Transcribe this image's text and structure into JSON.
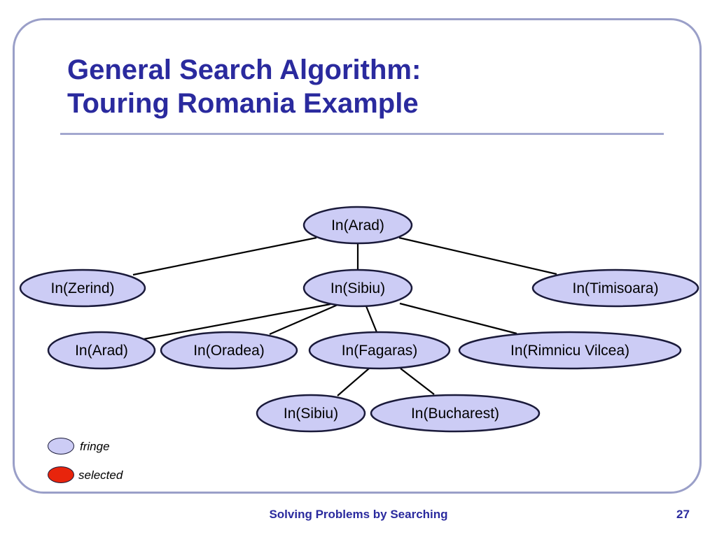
{
  "slide": {
    "title_line1": "General Search Algorithm:",
    "title_line2": "Touring Romania Example",
    "footer": "Solving Problems by Searching",
    "page_number": "27"
  },
  "tree": {
    "nodes": [
      {
        "id": "arad-root",
        "label": "In(Arad)",
        "state": "fringe"
      },
      {
        "id": "zerind",
        "label": "In(Zerind)",
        "state": "fringe"
      },
      {
        "id": "sibiu",
        "label": "In(Sibiu)",
        "state": "fringe"
      },
      {
        "id": "timisoara",
        "label": "In(Timisoara)",
        "state": "fringe"
      },
      {
        "id": "arad-2",
        "label": "In(Arad)",
        "state": "fringe"
      },
      {
        "id": "oradea",
        "label": "In(Oradea)",
        "state": "fringe"
      },
      {
        "id": "fagaras",
        "label": "In(Fagaras)",
        "state": "fringe"
      },
      {
        "id": "rimnicu",
        "label": "In(Rimnicu Vilcea)",
        "state": "fringe"
      },
      {
        "id": "sibiu-2",
        "label": "In(Sibiu)",
        "state": "fringe"
      },
      {
        "id": "bucharest",
        "label": "In(Bucharest)",
        "state": "fringe"
      }
    ],
    "edges": [
      [
        "arad-root",
        "zerind"
      ],
      [
        "arad-root",
        "sibiu"
      ],
      [
        "arad-root",
        "timisoara"
      ],
      [
        "sibiu",
        "arad-2"
      ],
      [
        "sibiu",
        "oradea"
      ],
      [
        "sibiu",
        "fagaras"
      ],
      [
        "sibiu",
        "rimnicu"
      ],
      [
        "fagaras",
        "sibiu-2"
      ],
      [
        "fagaras",
        "bucharest"
      ]
    ]
  },
  "legend": [
    {
      "label": "fringe",
      "color": "#ccccf5"
    },
    {
      "label": "selected",
      "color": "#e8240c"
    }
  ]
}
